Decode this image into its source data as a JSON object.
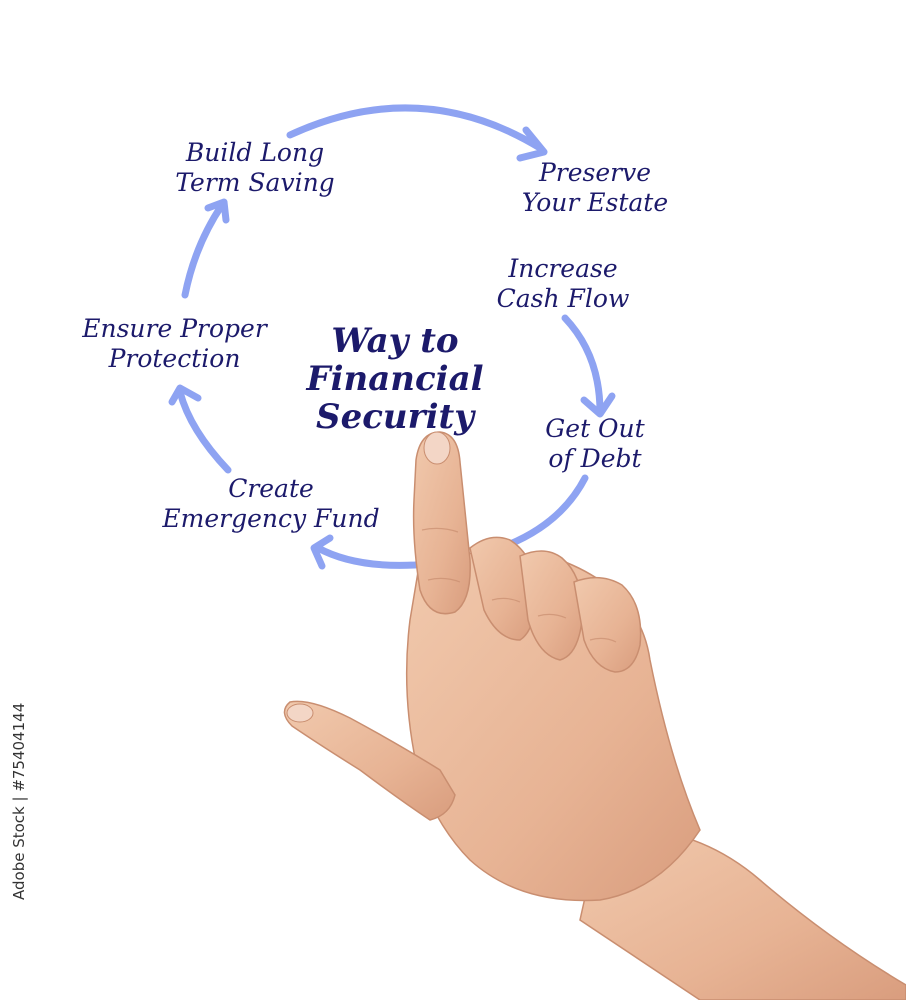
{
  "diagram": {
    "title_lines": [
      "Way to",
      "Financial",
      "Security"
    ],
    "steps": [
      {
        "id": "build",
        "lines": [
          "Build Long",
          "Term Saving"
        ]
      },
      {
        "id": "preserve",
        "lines": [
          "Preserve",
          "Your Estate"
        ]
      },
      {
        "id": "cash",
        "lines": [
          "Increase",
          "Cash Flow"
        ]
      },
      {
        "id": "debt",
        "lines": [
          "Get Out",
          "of Debt"
        ]
      },
      {
        "id": "emergency",
        "lines": [
          "Create",
          "Emergency Fund"
        ]
      },
      {
        "id": "protection",
        "lines": [
          "Ensure Proper",
          "Protection"
        ]
      }
    ],
    "arrow_color": "#8ea3f2",
    "text_color": "#1c1a6b"
  },
  "stock_id": "Adobe Stock | #75404144",
  "skin_color": "#e9b99a"
}
